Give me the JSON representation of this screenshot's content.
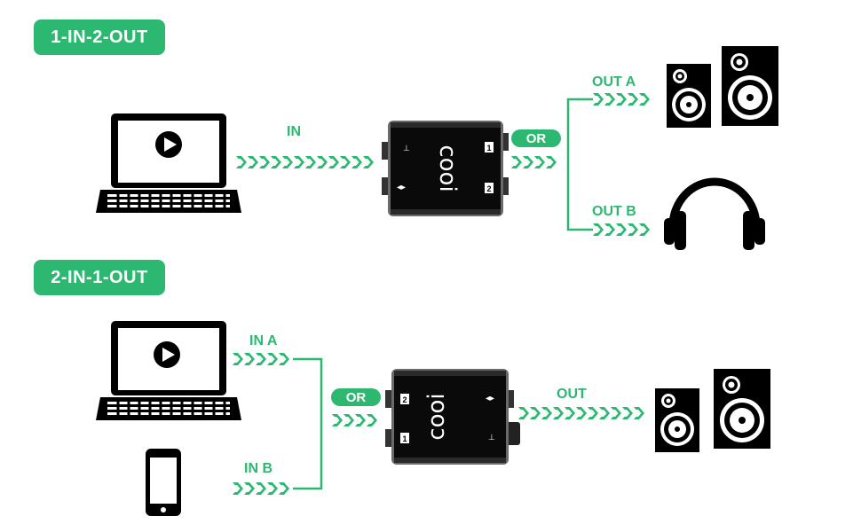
{
  "colors": {
    "accent": "#2db872",
    "device": "#0a0a0a",
    "device_edge": "#6a6a6a",
    "white": "#ffffff"
  },
  "section_top": {
    "title": "1-IN-2-OUT",
    "in_label": "IN",
    "or_label": "OR",
    "out_a_label": "OUT A",
    "out_b_label": "OUT B",
    "device_logo": "cooi",
    "port_1": "1",
    "port_2": "2",
    "icons": [
      "laptop-icon",
      "play-icon",
      "speakers-icon",
      "headphones-icon"
    ]
  },
  "section_bottom": {
    "title": "2-IN-1-OUT",
    "in_a_label": "IN A",
    "in_b_label": "IN B",
    "or_label": "OR",
    "out_label": "OUT",
    "device_logo": "cooi",
    "port_1": "1",
    "port_2": "2",
    "icons": [
      "laptop-icon",
      "play-icon",
      "smartphone-icon",
      "speakers-icon"
    ]
  }
}
